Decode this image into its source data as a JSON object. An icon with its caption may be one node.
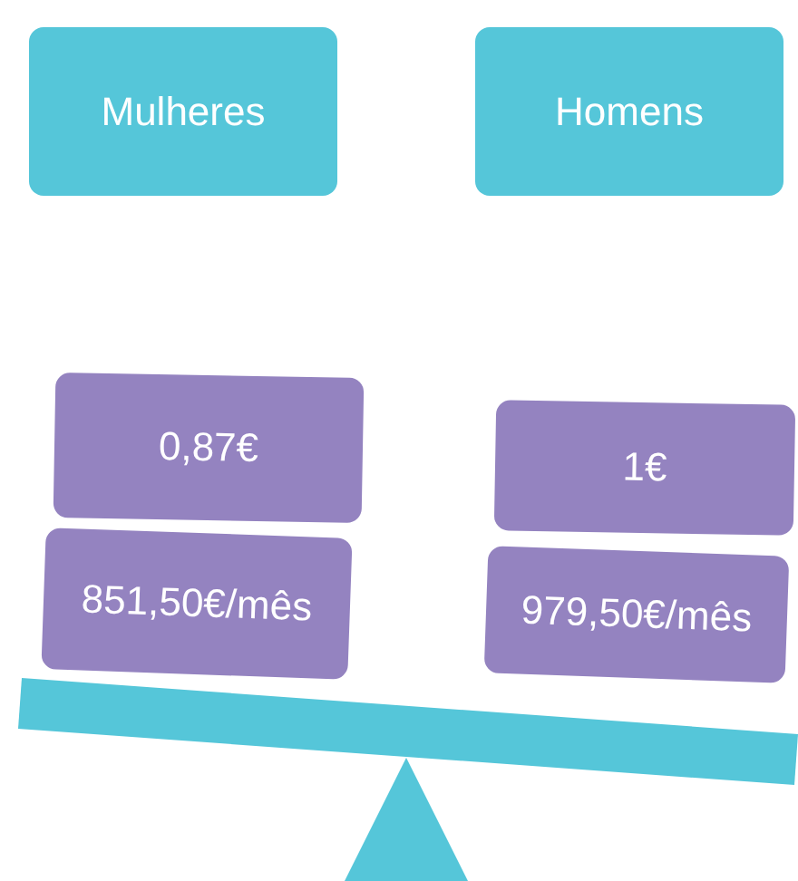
{
  "diagram": {
    "nodes": [
      {
        "text": [
          "Mulheres"
        ]
      },
      {
        "text": [
          "Homens"
        ]
      },
      {
        "text": [
          "0,87€"
        ]
      },
      {
        "text": [
          "851,50€/mês"
        ]
      },
      {
        "text": [
          "1€"
        ]
      },
      {
        "text": [
          "979,50€/mês"
        ]
      }
    ]
  }
}
